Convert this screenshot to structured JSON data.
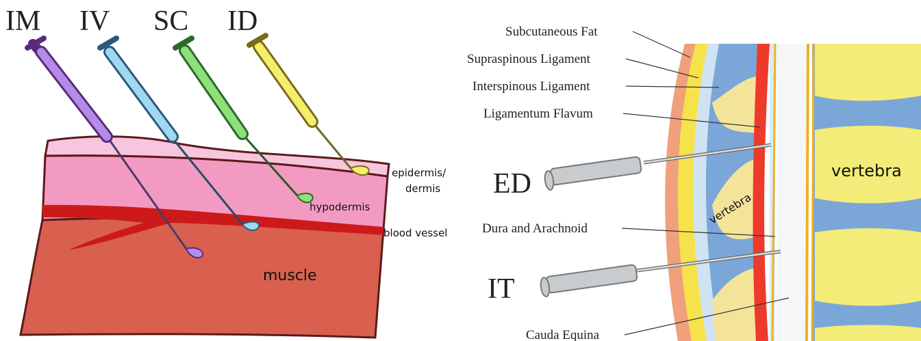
{
  "left_panel": {
    "routes": [
      "IM",
      "IV",
      "SC",
      "ID"
    ],
    "layers": {
      "epidermis_line1": "epidermis/",
      "epidermis_line2": "dermis",
      "hypodermis": "hypodermis",
      "blood_vessel": "blood vessel",
      "muscle": "muscle"
    },
    "syringe_colors": {
      "IM": "#b48be8",
      "IV": "#9fd8f0",
      "SC": "#8ee07a",
      "ID": "#f4ee6a"
    }
  },
  "right_panel": {
    "labels": {
      "subcutaneous_fat": "Subcutaneous Fat",
      "supraspinous": "Supraspinous Ligament",
      "interspinous": "Interspinous Ligament",
      "flavum": "Ligamentum Flavum",
      "dura": "Dura and Arachnoid",
      "cauda": "Cauda Equina"
    },
    "routes": {
      "ed": "ED",
      "it": "IT"
    },
    "vertebra_small": "vertebra",
    "vertebra_large": "vertebra"
  }
}
